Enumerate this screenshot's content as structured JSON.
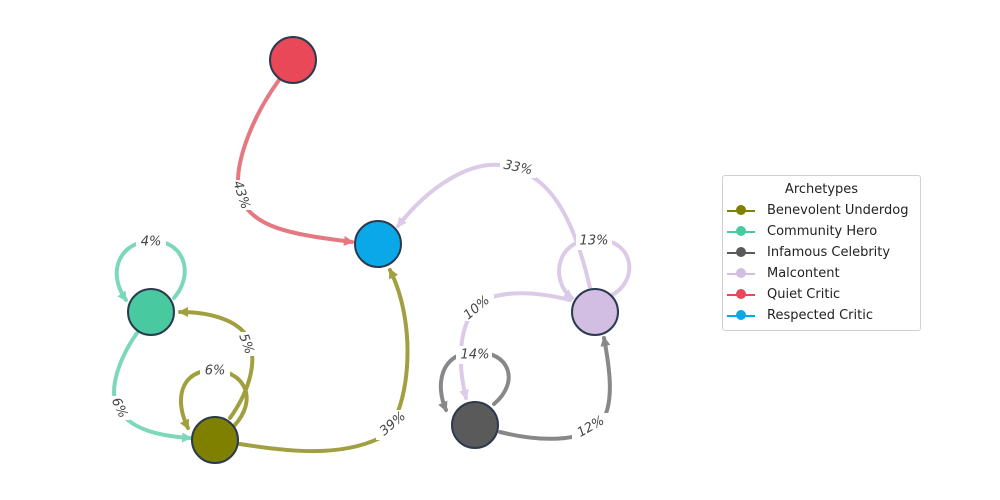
{
  "legend": {
    "title": "Archetypes",
    "items": [
      {
        "label": "Benevolent Underdog",
        "color": "#808000"
      },
      {
        "label": "Community Hero",
        "color": "#48c9a0"
      },
      {
        "label": "Infamous Celebrity",
        "color": "#5a5a5a"
      },
      {
        "label": "Malcontent",
        "color": "#d2bde3"
      },
      {
        "label": "Quiet Critic",
        "color": "#e84858"
      },
      {
        "label": "Respected Critic",
        "color": "#0aa8e8"
      }
    ]
  },
  "nodes": [
    {
      "id": "benevolent-underdog",
      "color": "#808000"
    },
    {
      "id": "community-hero",
      "color": "#48c9a0"
    },
    {
      "id": "infamous-celebrity",
      "color": "#5a5a5a"
    },
    {
      "id": "malcontent",
      "color": "#d2bde3"
    },
    {
      "id": "quiet-critic",
      "color": "#e84858"
    },
    {
      "id": "respected-critic",
      "color": "#0aa8e8"
    }
  ],
  "edges": [
    {
      "from": "quiet-critic",
      "to": "respected-critic",
      "label": "43%",
      "color": "#e57880"
    },
    {
      "from": "malcontent",
      "to": "respected-critic",
      "label": "33%",
      "color": "#dccbe8"
    },
    {
      "from": "malcontent",
      "to": "malcontent",
      "label": "13%",
      "color": "#dccbe8"
    },
    {
      "from": "malcontent",
      "to": "infamous-celebrity",
      "label": "10%",
      "color": "#dccbe8"
    },
    {
      "from": "infamous-celebrity",
      "to": "infamous-celebrity",
      "label": "14%",
      "color": "#888888"
    },
    {
      "from": "infamous-celebrity",
      "to": "malcontent",
      "label": "12%",
      "color": "#888888"
    },
    {
      "from": "benevolent-underdog",
      "to": "respected-critic",
      "label": "39%",
      "color": "#a0a040"
    },
    {
      "from": "benevolent-underdog",
      "to": "community-hero",
      "label": "5%",
      "color": "#a0a040"
    },
    {
      "from": "benevolent-underdog",
      "to": "benevolent-underdog",
      "label": "6%",
      "color": "#a0a040"
    },
    {
      "from": "community-hero",
      "to": "community-hero",
      "label": "4%",
      "color": "#7dd8bb"
    },
    {
      "from": "community-hero",
      "to": "benevolent-underdog",
      "label": "6%",
      "color": "#7dd8bb"
    }
  ]
}
